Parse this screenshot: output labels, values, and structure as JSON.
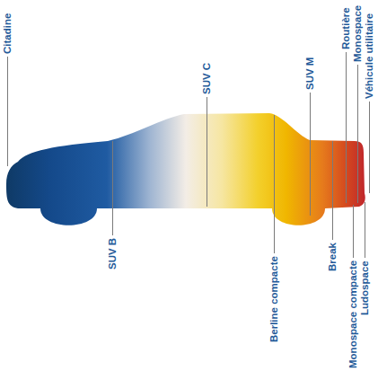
{
  "diagram": {
    "labels": [
      "Citadine",
      "SUV C",
      "SUV M",
      "Routière",
      "Monospace",
      "Véhicule utilitaire",
      "SUV B",
      "Berline compacte",
      "Break",
      "Monospace compacte",
      "Ludospace"
    ]
  }
}
